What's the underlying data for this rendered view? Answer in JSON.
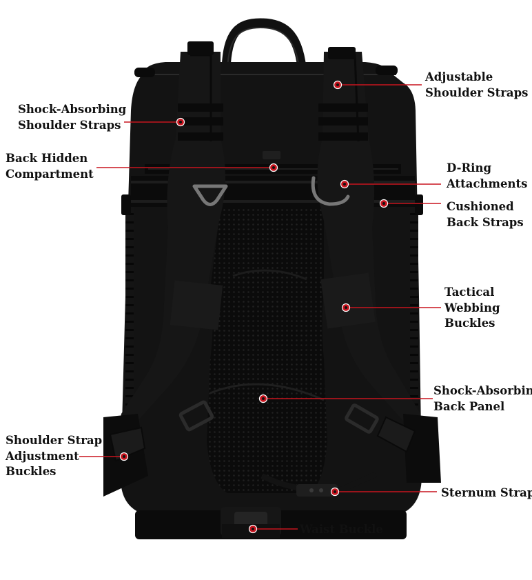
{
  "colors": {
    "background": "#ffffff",
    "bag": "#121212",
    "bag_dark": "#060606",
    "mesh": "#0c0c0c",
    "metal": "#6f6f6f",
    "leader_line": "#c8141e",
    "text": "#111111"
  },
  "callouts": [
    {
      "id": "adjustable-shoulder-straps",
      "lines": [
        "Adjustable",
        "Shoulder Straps"
      ]
    },
    {
      "id": "shock-absorbing-shoulder-straps",
      "lines": [
        "Shock-Absorbing",
        "Shoulder Straps"
      ]
    },
    {
      "id": "back-hidden-compartment",
      "lines": [
        "Back Hidden",
        "Compartment"
      ]
    },
    {
      "id": "d-ring-attachments",
      "lines": [
        "D-Ring",
        "Attachments"
      ]
    },
    {
      "id": "cushioned-back-straps",
      "lines": [
        "Cushioned",
        "Back Straps"
      ]
    },
    {
      "id": "tactical-webbing-buckles",
      "lines": [
        "Tactical",
        "Webbing",
        "Buckles"
      ]
    },
    {
      "id": "shock-absorbing-back-panel",
      "lines": [
        "Shock-Absorbing",
        "Back Panel"
      ]
    },
    {
      "id": "shoulder-strap-adjustment-buckles",
      "lines": [
        "Shoulder Strap",
        "Adjustment",
        "Buckles"
      ]
    },
    {
      "id": "sternum-strap",
      "lines": [
        "Sternum Strap"
      ]
    },
    {
      "id": "waist-buckle",
      "lines": [
        "Waist Buckle"
      ]
    }
  ]
}
